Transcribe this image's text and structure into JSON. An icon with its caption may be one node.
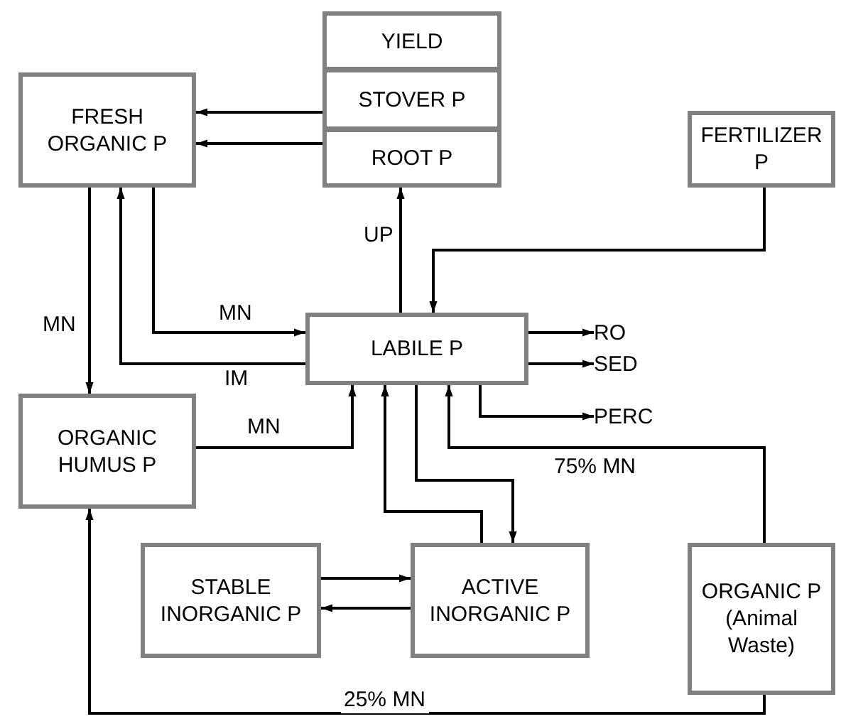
{
  "diagram": {
    "nodes": [
      {
        "text": [
          "YIELD"
        ]
      },
      {
        "text": [
          "STOVER P"
        ]
      },
      {
        "text": [
          "FRESH ORGANIC P"
        ]
      },
      {
        "text": [
          "ROOT P"
        ]
      },
      {
        "text": [
          "FERTILIZER P"
        ]
      },
      {
        "text": [
          "LABILE P"
        ]
      },
      {
        "text": [
          "RO"
        ]
      },
      {
        "text": [
          "SED"
        ]
      },
      {
        "text": [
          "PERC"
        ]
      },
      {
        "text": [
          "ORGANIC HUMUS P"
        ]
      },
      {
        "text": [
          "STABLE INORGANIC P"
        ]
      },
      {
        "text": [
          "ACTIVE INORGANIC P"
        ]
      },
      {
        "text": [
          "ORGANIC P (Animal Waste)"
        ]
      }
    ],
    "edges": [
      {
        "from": 1,
        "to": 2,
        "arrow": "to"
      },
      {
        "from": 3,
        "to": 2,
        "arrow": "to"
      },
      {
        "from": 5,
        "to": 3,
        "arrow": "to",
        "label": "UP"
      },
      {
        "from": 4,
        "to": 5,
        "arrow": "to"
      },
      {
        "from": 2,
        "to": 9,
        "arrow": "to",
        "label": "MN"
      },
      {
        "from": 2,
        "to": 5,
        "arrow": "to",
        "label": "MN"
      },
      {
        "from": 5,
        "to": 2,
        "arrow": "to",
        "label": "IM"
      },
      {
        "from": 5,
        "to": 6,
        "arrow": "to"
      },
      {
        "from": 5,
        "to": 7,
        "arrow": "to"
      },
      {
        "from": 5,
        "to": 8,
        "arrow": "to"
      },
      {
        "from": 9,
        "to": 5,
        "arrow": "to",
        "label": "MN"
      },
      {
        "from": 11,
        "to": 5,
        "arrow": "to"
      },
      {
        "from": 5,
        "to": 11,
        "arrow": "to"
      },
      {
        "from": 12,
        "to": 5,
        "arrow": "to",
        "label": "75% MN"
      },
      {
        "from": 12,
        "to": 9,
        "arrow": "to",
        "label": "25% MN"
      },
      {
        "from": 10,
        "to": 11,
        "arrow": "to"
      },
      {
        "from": 11,
        "to": 10,
        "arrow": "to"
      }
    ]
  }
}
